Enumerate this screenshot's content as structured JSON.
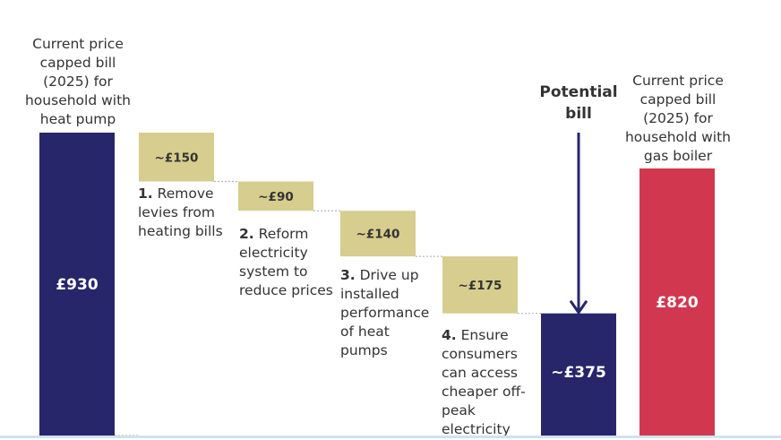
{
  "chart_data": {
    "type": "waterfall",
    "colors": {
      "total_bar": "#27266b",
      "step_bar": "#d6cd8e",
      "boiler_bar": "#d1384f",
      "connector": "#b8b8b8",
      "text_light": "#ffffff",
      "text_dark": "#333333"
    },
    "ylim": [
      0,
      930
    ],
    "bars": [
      {
        "id": "heat-pump",
        "kind": "total",
        "value": 930,
        "label": "£930",
        "caption": "Current price\ncapped bill\n(2025) for\nhousehold with\nheat pump"
      },
      {
        "id": "step-1",
        "kind": "decrease",
        "value": 150,
        "label": "~£150",
        "num": "1.",
        "caption": "Remove\nlevies from\nheating bills"
      },
      {
        "id": "step-2",
        "kind": "decrease",
        "value": 90,
        "label": "~£90",
        "num": "2.",
        "caption": "Reform\nelectricity\nsystem to\nreduce prices"
      },
      {
        "id": "step-3",
        "kind": "decrease",
        "value": 140,
        "label": "~£140",
        "num": "3.",
        "caption": "Drive up\ninstalled\nperformance\nof heat\npumps"
      },
      {
        "id": "step-4",
        "kind": "decrease",
        "value": 175,
        "label": "~£175",
        "num": "4.",
        "caption": "Ensure\nconsumers\ncan access\ncheaper off-\npeak\nelectricity"
      },
      {
        "id": "potential",
        "kind": "total",
        "value": 375,
        "label": "~£375",
        "caption": "Potential\nbill"
      },
      {
        "id": "gas-boiler",
        "kind": "comparison",
        "value": 820,
        "label": "£820",
        "caption": "Current price\ncapped bill\n(2025) for\nhousehold with\ngas boiler"
      }
    ]
  }
}
